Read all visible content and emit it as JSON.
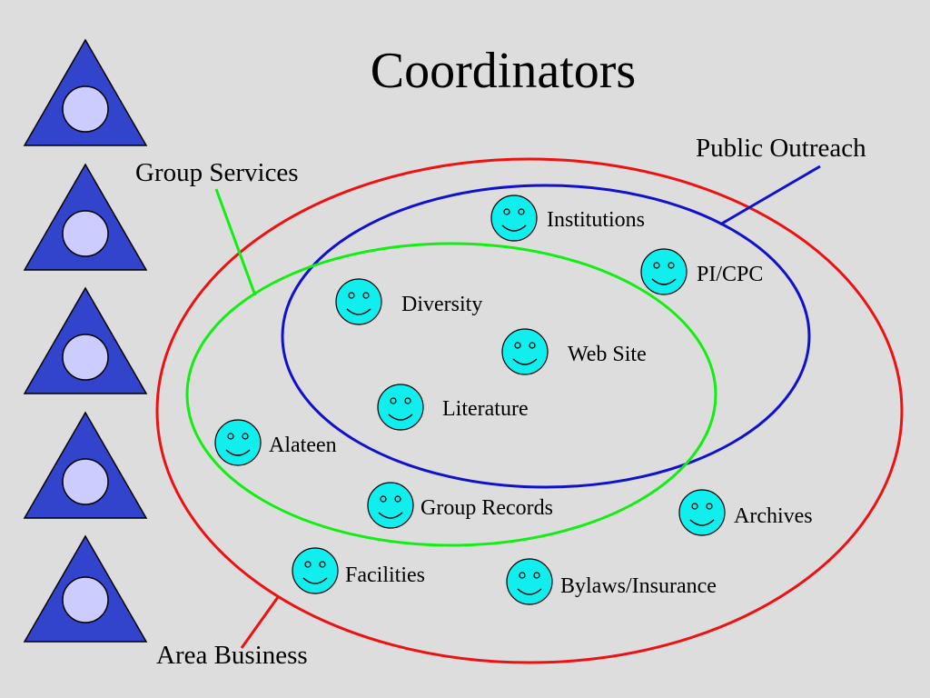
{
  "title": "Coordinators",
  "groups": {
    "group_services": "Group Services",
    "public_outreach": "Public Outreach",
    "area_business": "Area Business"
  },
  "roles": {
    "institutions": "Institutions",
    "pi_cpc": "PI/CPC",
    "diversity": "Diversity",
    "web_site": "Web Site",
    "literature": "Literature",
    "alateen": "Alateen",
    "group_records": "Group Records",
    "archives": "Archives",
    "facilities": "Facilities",
    "bylaws_insurance": "Bylaws/Insurance"
  },
  "colors": {
    "background": "#dddddd",
    "area_business_ring": "#ee1111",
    "public_outreach_ring": "#1111cc",
    "group_services_ring": "#11ee11",
    "smiley_fill": "#11eeee",
    "triangle_fill": "#3344cc",
    "triangle_circle_fill": "#ccccff"
  },
  "icons": {
    "logo": "triangle-in-circle-logo",
    "role_marker": "smiley-face-icon"
  }
}
